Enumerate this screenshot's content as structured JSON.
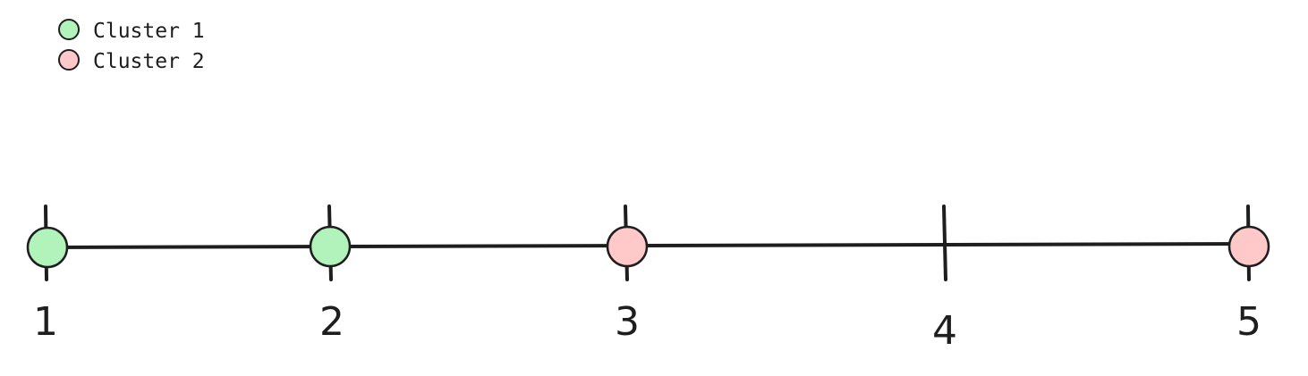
{
  "legend": [
    {
      "label": "Cluster 1",
      "color": "#b2f2bb"
    },
    {
      "label": "Cluster 2",
      "color": "#ffc9c9"
    }
  ],
  "axis": {
    "ticks": [
      {
        "value": 1,
        "label": "1"
      },
      {
        "value": 2,
        "label": "2"
      },
      {
        "value": 3,
        "label": "3"
      },
      {
        "value": 4,
        "label": "4"
      },
      {
        "value": 5,
        "label": "5"
      }
    ]
  },
  "points": [
    {
      "value": 1,
      "cluster": 0
    },
    {
      "value": 2,
      "cluster": 0
    },
    {
      "value": 3,
      "cluster": 1
    },
    {
      "value": 5,
      "cluster": 1
    }
  ],
  "colors": {
    "stroke": "#1e1e1e"
  }
}
